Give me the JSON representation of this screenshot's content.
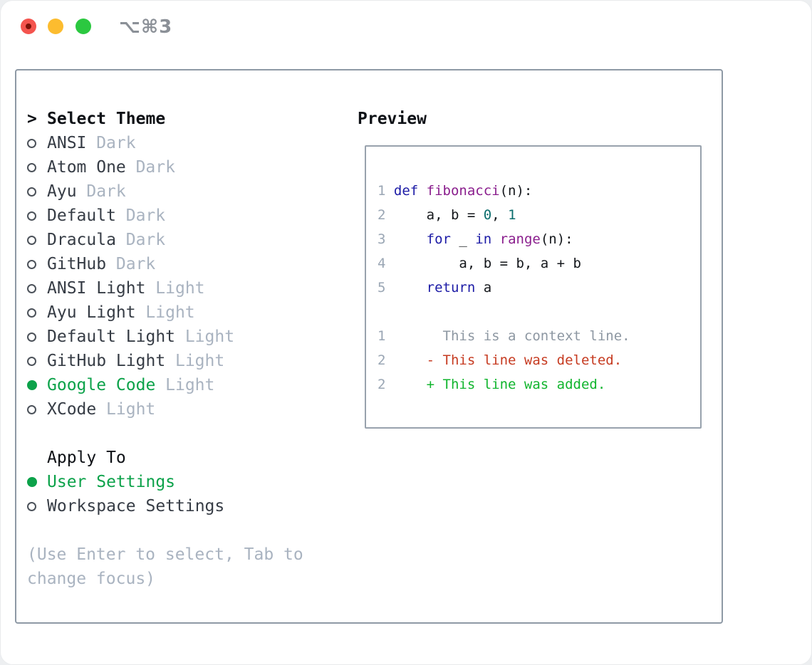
{
  "window": {
    "title": "⌥⌘3",
    "traffic_lights": [
      "close",
      "minimize",
      "zoom"
    ]
  },
  "colors": {
    "tl_red": "#f4544e",
    "tl_red_dot": "#7c1209",
    "tl_yellow": "#fcbc2f",
    "tl_green": "#2bc840",
    "panel_border": "#8e99a5",
    "preview_border": "#98a2ad",
    "header_text": "#0e1116",
    "item_name": "#363c45",
    "muted_gray": "#a9b3c0",
    "radio_outline": "#4c525a",
    "ui_green": "#0ca24a",
    "syntax_keyword": "#1c1ba6",
    "syntax_function": "#8a1e8d",
    "syntax_number": "#0a6d6d",
    "syntax_plain": "#14171b",
    "line_number": "#9aa6b4",
    "diff_context": "#8d97a2",
    "diff_deleted": "#c63b21",
    "diff_added": "#11b52e"
  },
  "theme_list": {
    "header_marker": ">",
    "header": "Select Theme",
    "items": [
      {
        "name": "ANSI",
        "variant": "Dark",
        "selected": false
      },
      {
        "name": "Atom One",
        "variant": "Dark",
        "selected": false
      },
      {
        "name": "Ayu",
        "variant": "Dark",
        "selected": false
      },
      {
        "name": "Default",
        "variant": "Dark",
        "selected": false
      },
      {
        "name": "Dracula",
        "variant": "Dark",
        "selected": false
      },
      {
        "name": "GitHub",
        "variant": "Dark",
        "selected": false
      },
      {
        "name": "ANSI Light",
        "variant": "Light",
        "selected": false
      },
      {
        "name": "Ayu Light",
        "variant": "Light",
        "selected": false
      },
      {
        "name": "Default Light",
        "variant": "Light",
        "selected": false
      },
      {
        "name": "GitHub Light",
        "variant": "Light",
        "selected": false
      },
      {
        "name": "Google Code",
        "variant": "Light",
        "selected": true
      },
      {
        "name": "XCode",
        "variant": "Light",
        "selected": false
      }
    ]
  },
  "apply_to": {
    "header": "Apply To",
    "options": [
      {
        "name": "User Settings",
        "selected": true
      },
      {
        "name": "Workspace Settings",
        "selected": false
      }
    ]
  },
  "help": {
    "line1": "(Use Enter to select, Tab to",
    "line2": "change focus)"
  },
  "preview": {
    "title": "Preview",
    "lines": [
      {
        "num": "1",
        "tokens": [
          {
            "t": "def",
            "c": "kw"
          },
          {
            "t": " ",
            "c": "p"
          },
          {
            "t": "fibonacci",
            "c": "fn"
          },
          {
            "t": "(n):",
            "c": "p"
          }
        ]
      },
      {
        "num": "2",
        "tokens": [
          {
            "t": "    a, b = ",
            "c": "p"
          },
          {
            "t": "0",
            "c": "num"
          },
          {
            "t": ", ",
            "c": "p"
          },
          {
            "t": "1",
            "c": "num"
          }
        ]
      },
      {
        "num": "3",
        "tokens": [
          {
            "t": "    ",
            "c": "p"
          },
          {
            "t": "for",
            "c": "kw"
          },
          {
            "t": " _ ",
            "c": "p"
          },
          {
            "t": "in",
            "c": "kw"
          },
          {
            "t": " ",
            "c": "p"
          },
          {
            "t": "range",
            "c": "fn"
          },
          {
            "t": "(n):",
            "c": "p"
          }
        ]
      },
      {
        "num": "4",
        "tokens": [
          {
            "t": "        a, b = b, a + b",
            "c": "p"
          }
        ]
      },
      {
        "num": "5",
        "tokens": [
          {
            "t": "    ",
            "c": "p"
          },
          {
            "t": "return",
            "c": "kw"
          },
          {
            "t": " a",
            "c": "p"
          }
        ]
      },
      {
        "num": "",
        "tokens": []
      },
      {
        "num": "1",
        "tokens": [
          {
            "t": "      This is a context line.",
            "c": "ctx"
          }
        ]
      },
      {
        "num": "2",
        "tokens": [
          {
            "t": "    - This line was deleted.",
            "c": "del"
          }
        ]
      },
      {
        "num": "2",
        "tokens": [
          {
            "t": "    + This line was added.",
            "c": "add"
          }
        ]
      }
    ]
  }
}
